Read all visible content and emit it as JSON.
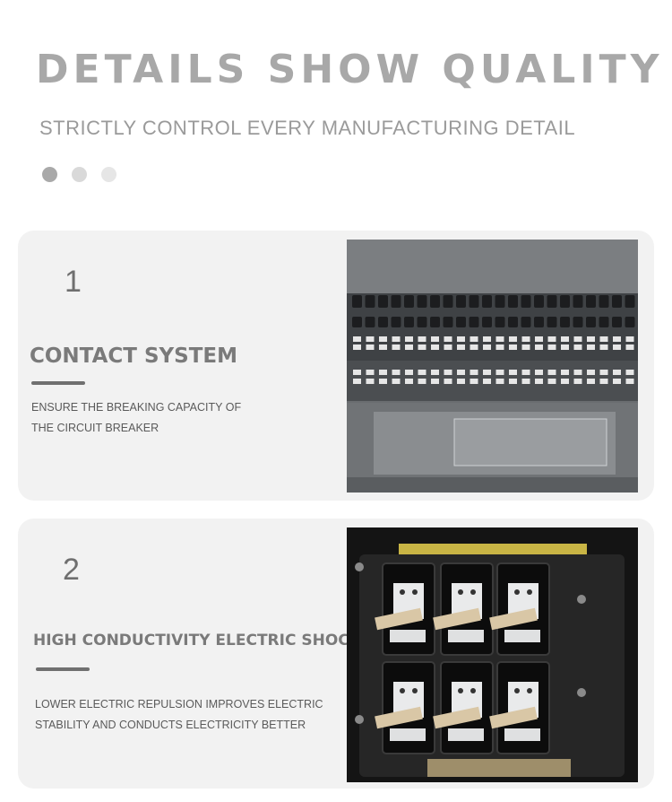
{
  "header": {
    "title": "DETAILS SHOW QUALITY",
    "subtitle": "STRICTLY CONTROL EVERY MANUFACTURING DETAIL",
    "dots": [
      "#a9a9a9",
      "#d9d9d9",
      "#e6e6e6"
    ]
  },
  "features": [
    {
      "number": "1",
      "heading": "CONTACT SYSTEM",
      "desc_line1": "ENSURE THE BREAKING CAPACITY OF",
      "desc_line2": "THE CIRCUIT BREAKER",
      "image": "terminal-block-photo"
    },
    {
      "number": "2",
      "heading": "HIGH CONDUCTIVITY ELECTRIC SHOCK",
      "desc_line1": "LOWER ELECTRIC REPULSION IMPROVES ELECTRIC",
      "desc_line2": "STABILITY AND CONDUCTS ELECTRICITY BETTER",
      "image": "busbar-contacts-photo"
    }
  ],
  "colors": {
    "title": "#a8a8a8",
    "card_bg": "#f2f2f2",
    "accent_bar": "#707070"
  }
}
